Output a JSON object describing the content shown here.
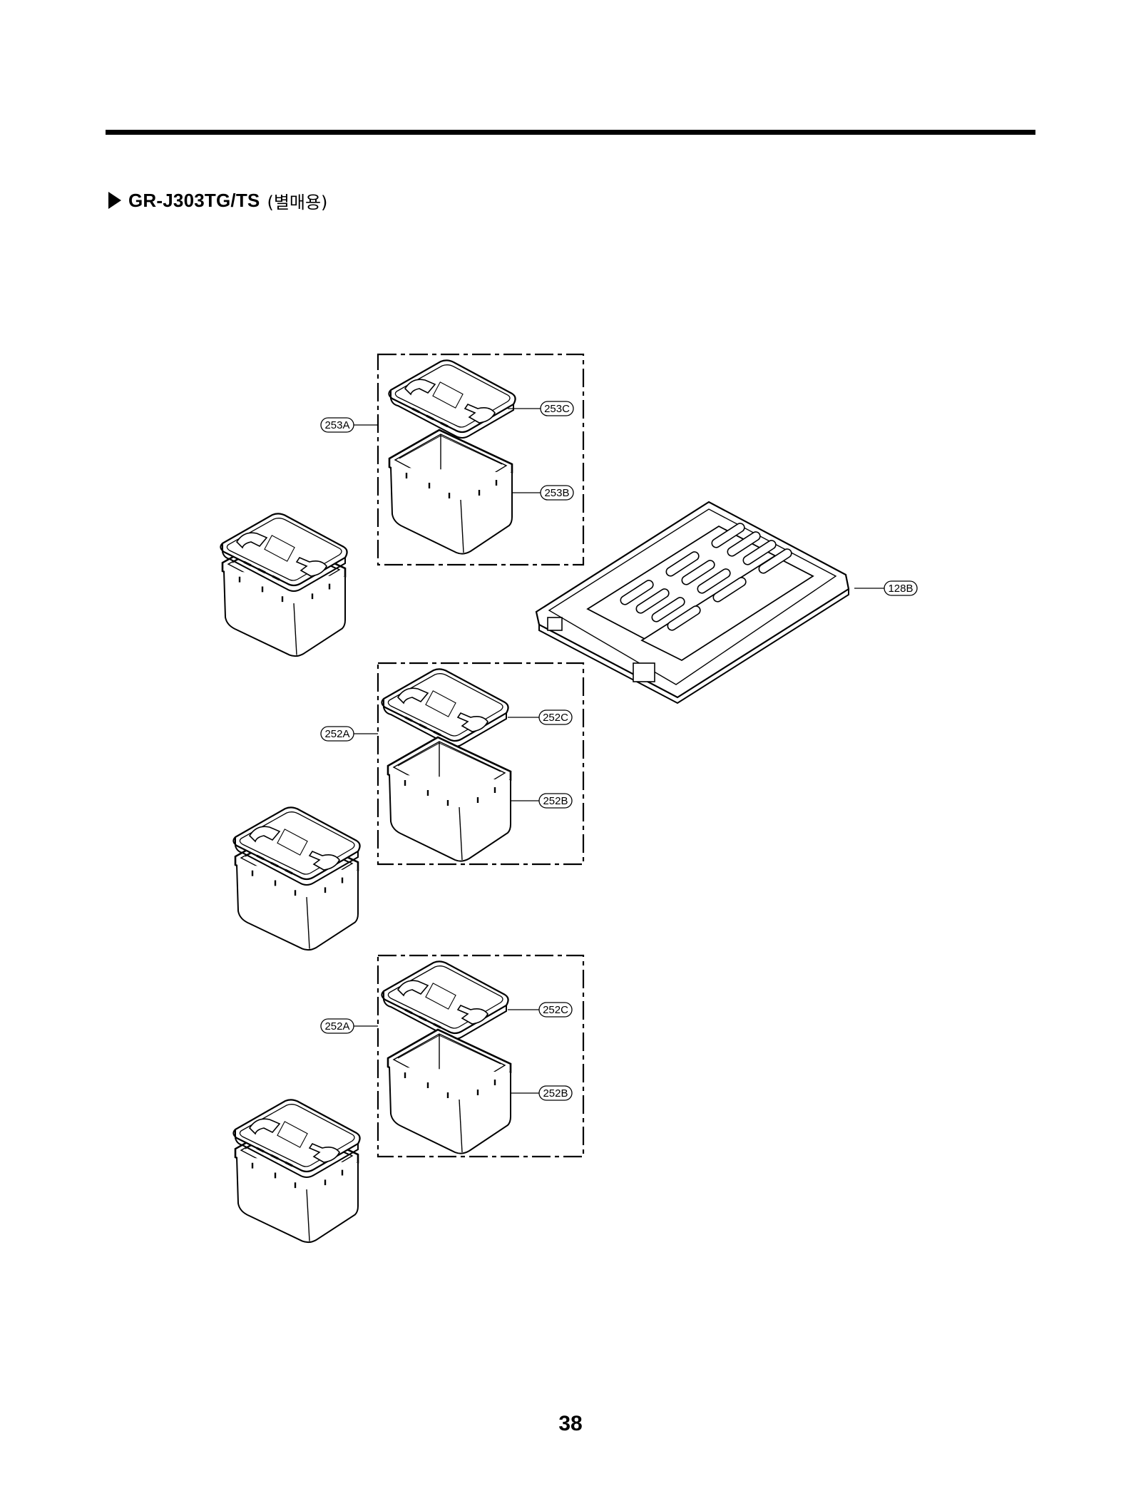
{
  "header": {
    "model": "GR-J303TG/TS",
    "suffix": "(별매용)"
  },
  "callouts": {
    "c253A": "253A",
    "c253B": "253B",
    "c253C": "253C",
    "c128B": "128B",
    "g2_252A": "252A",
    "g2_252B": "252B",
    "g2_252C": "252C",
    "g3_252A": "252A",
    "g3_252B": "252B",
    "g3_252C": "252C"
  },
  "footer": {
    "page_number": "38"
  }
}
